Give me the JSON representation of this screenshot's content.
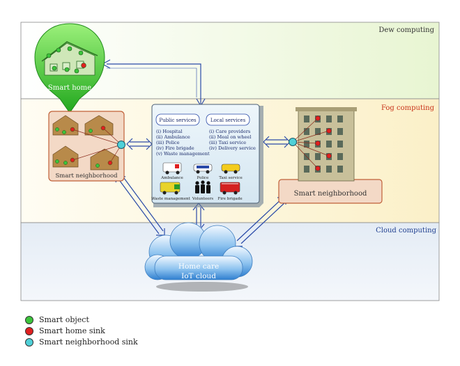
{
  "layers": {
    "dew": "Dew computing",
    "fog": "Fog computing",
    "cloud": "Cloud computing"
  },
  "smart_home": {
    "label": "Smart home"
  },
  "left_neighborhood": {
    "label": "Smart neighborhood"
  },
  "right_neighborhood": {
    "label": "Smart neighborhood"
  },
  "services": {
    "public_title": "Public services",
    "public_items": [
      "(i) Hospital",
      "(ii) Ambulance",
      "(iii) Police",
      "(iv) Fire brigade",
      "(v) Waste management"
    ],
    "local_title": "Local services",
    "local_items": [
      "(i) Care providers",
      "(ii) Meal on wheel",
      "(iii) Taxi service",
      "(iv) Delivery service"
    ],
    "icon_labels": [
      "Ambulance",
      "Police",
      "Taxi service",
      "Waste management",
      "Volunteers",
      "Fire brigade"
    ]
  },
  "cloud": {
    "line1": "Home care",
    "line2": "IoT cloud"
  },
  "legend": [
    {
      "label": "Smart object",
      "color": "#3cc43c"
    },
    {
      "label": "Smart home sink",
      "color": "#e02020"
    },
    {
      "label": "Smart neighborhood sink",
      "color": "#4fd0d8"
    }
  ]
}
